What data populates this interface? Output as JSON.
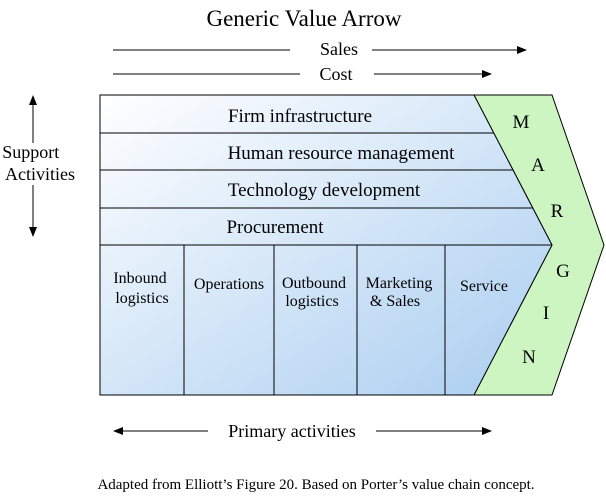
{
  "title": "Generic Value Arrow",
  "top_arrows": {
    "sales": "Sales",
    "cost": "Cost"
  },
  "support": {
    "label_line1": "Support",
    "label_line2": "Activities"
  },
  "support_activities": [
    "Firm infrastructure",
    "Human resource management",
    "Technology development",
    "Procurement"
  ],
  "primary_activities": [
    {
      "line1": "Inbound",
      "line2": "logistics"
    },
    {
      "line1": "Operations",
      "line2": ""
    },
    {
      "line1": "Outbound",
      "line2": "logistics"
    },
    {
      "line1": "Marketing",
      "line2": "& Sales"
    },
    {
      "line1": "Service",
      "line2": ""
    }
  ],
  "margin_letters": [
    "M",
    "A",
    "R",
    "G",
    "I",
    "N"
  ],
  "primary_label": "Primary activities",
  "caption": "Adapted from Elliott’s Figure 20.  Based on Porter’s value chain concept.",
  "colors": {
    "box_light": "#ffffff",
    "box_dark": "#a9cdf0",
    "margin_fill": "#ccf5c2",
    "stroke": "#000000"
  }
}
